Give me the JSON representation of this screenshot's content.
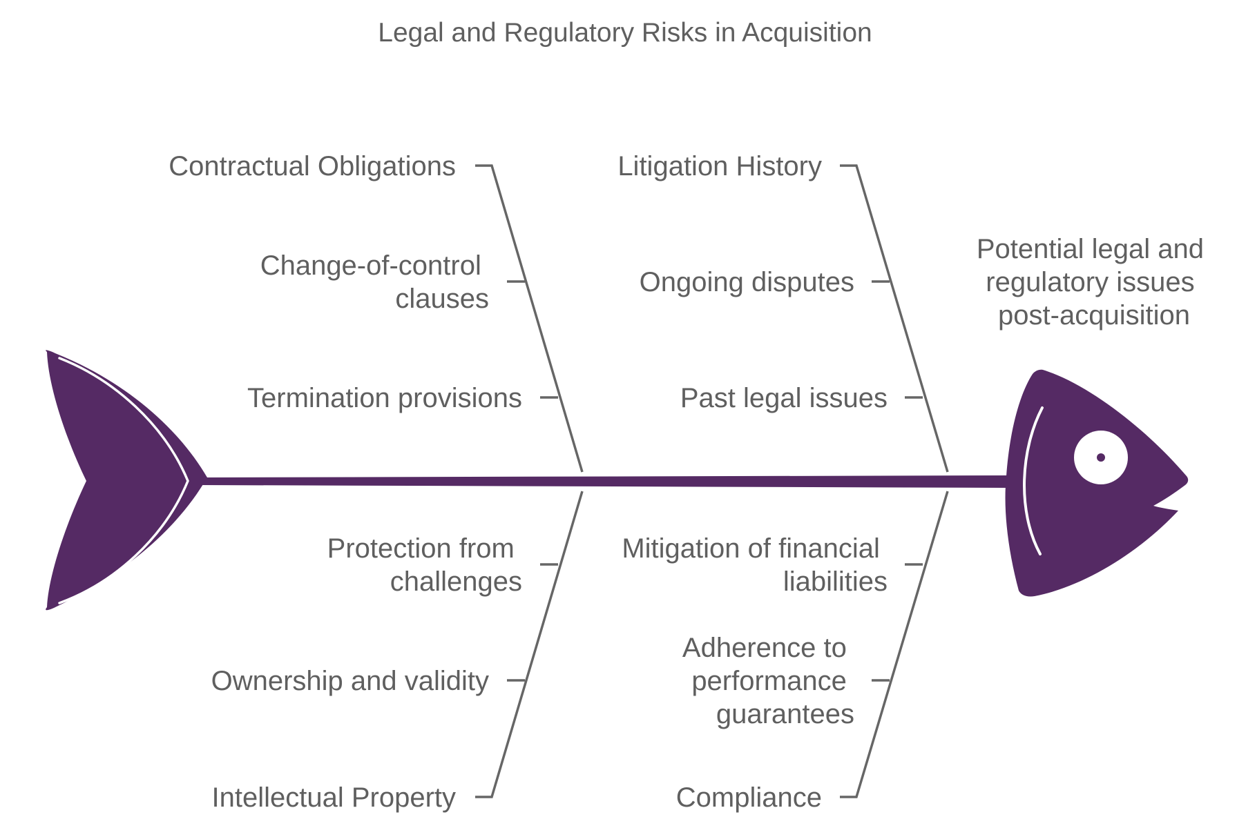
{
  "title": "Legal and Regulatory Risks in Acquisition",
  "effect": [
    "Potential legal and",
    "regulatory issues",
    "post-acquisition"
  ],
  "categories": [
    {
      "name": "Contractual Obligations",
      "causes": [
        [
          "Change-of-control",
          "clauses"
        ],
        [
          "Termination provisions"
        ]
      ]
    },
    {
      "name": "Litigation History",
      "causes": [
        [
          "Ongoing disputes"
        ],
        [
          "Past legal issues"
        ]
      ]
    },
    {
      "name": "Intellectual Property",
      "causes": [
        [
          "Ownership and validity"
        ],
        [
          "Protection from",
          "challenges"
        ]
      ]
    },
    {
      "name": "Compliance",
      "causes": [
        [
          "Adherence to",
          "performance",
          "guarantees"
        ],
        [
          "Mitigation of financial",
          "liabilities"
        ]
      ]
    }
  ],
  "colors": {
    "fish": "#552a64",
    "bone": "#666666",
    "text": "#5f5f5f",
    "highlight": "#ffffff"
  },
  "icons": {
    "tail": "fish-tail-icon",
    "head": "fish-head-icon",
    "eye": "fish-eye-icon"
  }
}
